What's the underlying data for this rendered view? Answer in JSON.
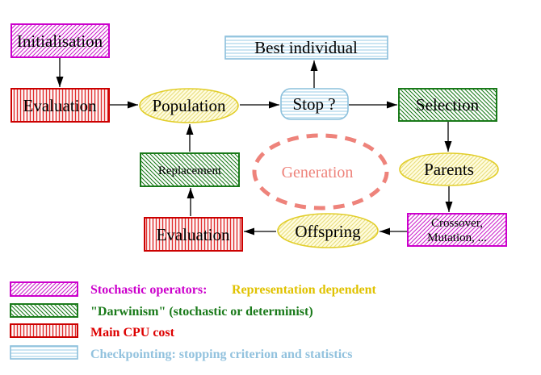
{
  "nodes": {
    "initialisation": "Initialisation",
    "evaluation_top": "Evaluation",
    "population": "Population",
    "best_individual": "Best individual",
    "stop": "Stop ?",
    "selection": "Selection",
    "parents": "Parents",
    "crossover_line1": "Crossover,",
    "crossover_line2": "Mutation, ...",
    "offspring": "Offspring",
    "evaluation_bottom": "Evaluation",
    "replacement": "Replacement",
    "generation": "Generation"
  },
  "legend": {
    "items": [
      {
        "swatch": "magenta-diagonal-hatch",
        "label": "Stochastic operators:",
        "suffix": "Representation dependent",
        "label_color": "#cc00cc",
        "suffix_color": "#e0c200"
      },
      {
        "swatch": "green-diagonal-hatch",
        "label": "\"Darwinism\" (stochastic or determinist)",
        "label_color": "#1a7a1a"
      },
      {
        "swatch": "red-vertical-stripes",
        "label": "Main CPU cost",
        "label_color": "#dd0000"
      },
      {
        "swatch": "cyan-horizontal-stripes",
        "label": "Checkpointing: stopping criterion and statistics",
        "label_color": "#92c2de"
      }
    ]
  },
  "colors": {
    "magenta": "#cc00cc",
    "green": "#1a7a1a",
    "red": "#dd0000",
    "cyan_border": "#8cc0dc",
    "yellow_border": "#e2ce2a",
    "yellow_fill": "#fffde1",
    "salmon": "#ee837b",
    "legend_yellow": "#e0c200",
    "arrow_black": "#000000",
    "background": "#ffffff"
  }
}
